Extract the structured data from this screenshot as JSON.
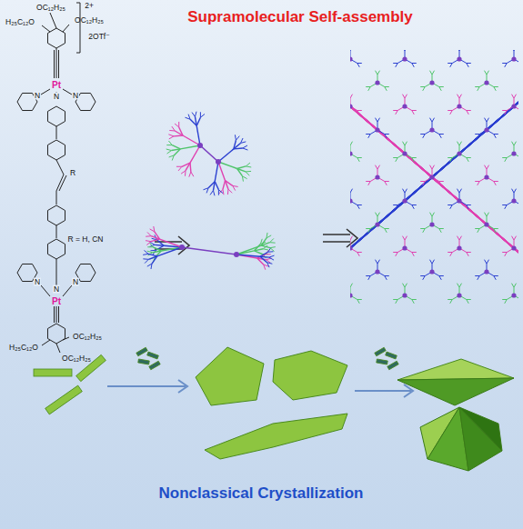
{
  "diagram": {
    "title": "Supramolecular Self-assembly",
    "caption": "Nonclassical Crystallization",
    "labels": [
      "OC₁₂H₂₅",
      "2+",
      "H₂₅C₁₂O",
      "OC₁₂H₂₅",
      "2OTf⁻",
      "Pt",
      "N",
      "N",
      "N",
      "R",
      "R = H, CN",
      "N",
      "N",
      "N",
      "Pt",
      "H₂₅C₁₂O",
      "OC₁₂H₂₅",
      "OC₁₂H₂₅"
    ]
  }
}
